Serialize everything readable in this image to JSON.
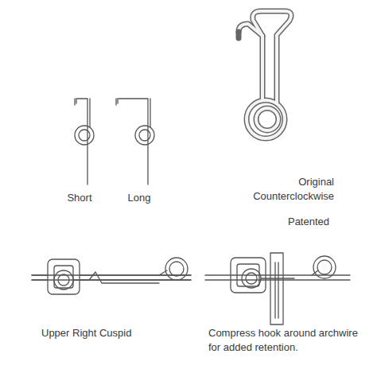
{
  "diagram": {
    "labels": [
      "Short",
      "Long",
      "Original Counterclockwise",
      "Patented",
      "Upper Right Cuspid",
      "Compress hook around archwire for added retention."
    ]
  }
}
